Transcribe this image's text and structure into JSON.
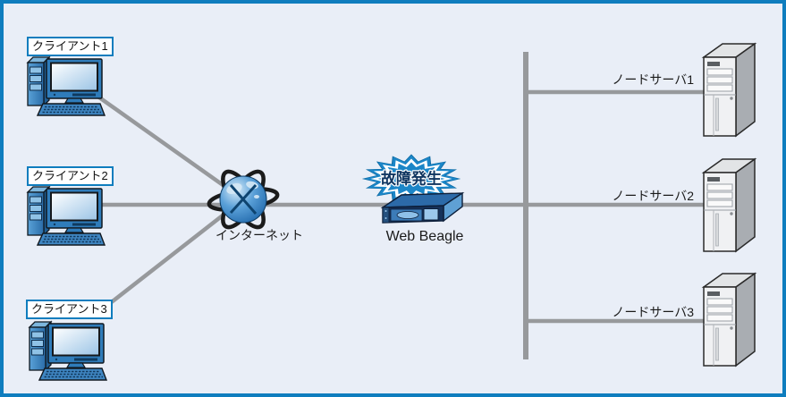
{
  "colors": {
    "canvas_border": "#0f7dbe",
    "background": "#e9eef7",
    "connection_line": "#97999c",
    "alert_burst_blue": "#1b86c8",
    "label_box_border": "#0f7dbe"
  },
  "clients": [
    {
      "label": "クライアント1"
    },
    {
      "label": "クライアント2"
    },
    {
      "label": "クライアント3"
    }
  ],
  "internet": {
    "label": "インターネット"
  },
  "appliance": {
    "name": "Web Beagle",
    "alert": "故障発生"
  },
  "servers": [
    {
      "label": "ノードサーバ1"
    },
    {
      "label": "ノードサーバ2"
    },
    {
      "label": "ノードサーバ3"
    }
  ]
}
